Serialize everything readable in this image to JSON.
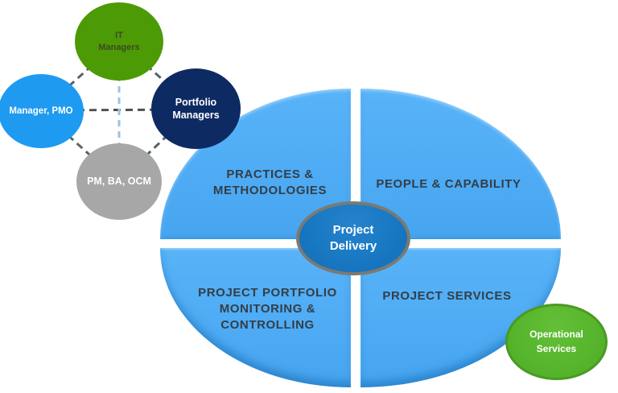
{
  "title": "Project Delivery capability diagram",
  "stakeholders": [
    {
      "id": "it-managers",
      "label": "IT\nManagers",
      "color": "#4c9a06",
      "text_color": "#3e4a20"
    },
    {
      "id": "manager-pmo",
      "label": "Manager, PMO",
      "color": "#1e9bf0",
      "text_color": "#ffffff"
    },
    {
      "id": "portfolio-managers",
      "label": "Portfolio\nManagers",
      "color": "#0e2a63",
      "text_color": "#ffffff"
    },
    {
      "id": "pm-ba-ocm",
      "label": "PM, BA, OCM",
      "color": "#a7a7a7",
      "text_color": "#ffffff"
    }
  ],
  "quadrants": [
    {
      "id": "practices-methodologies",
      "label": "PRACTICES &\nMETHODOLOGIES"
    },
    {
      "id": "people-capability",
      "label": "PEOPLE & CAPABILITY"
    },
    {
      "id": "portfolio-monitoring-controlling",
      "label": "PROJECT PORTFOLIO\nMONITORING &\nCONTROLLING"
    },
    {
      "id": "project-services",
      "label": "PROJECT SERVICES"
    }
  ],
  "center": {
    "label": "Project\nDelivery",
    "color": "#1878c2",
    "border_color": "#7a7a72"
  },
  "satellite": {
    "label": "Operational\nServices",
    "color": "#56b52c",
    "border_color": "#4a9a24"
  },
  "colors": {
    "quadrant_blue": "#4dacf5",
    "quadrant_text": "#333e48",
    "connector_gray": "#56626b",
    "connector_light_blue": "#9dc3e6"
  }
}
